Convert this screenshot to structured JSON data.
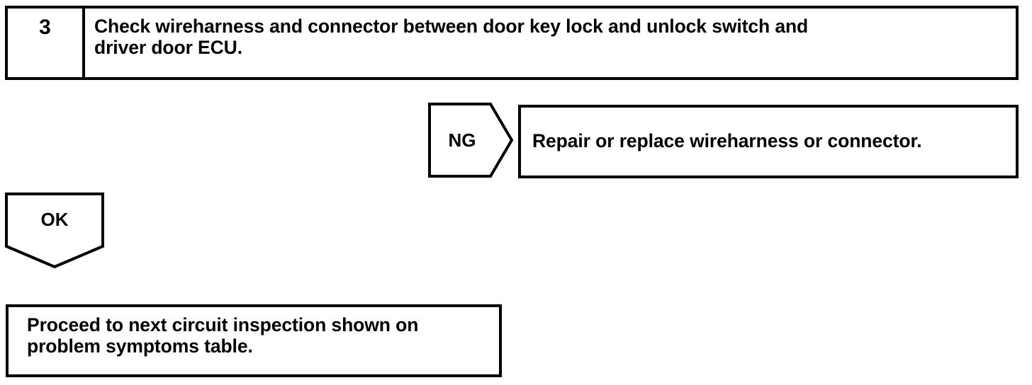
{
  "diagram": {
    "type": "troubleshooting-flowchart",
    "colors": {
      "line": "#000000",
      "background": "#ffffff",
      "text": "#000000"
    },
    "step": {
      "number": "3",
      "instruction": "Check wireharness and connector between door key lock and unlock switch and\ndriver door ECU."
    },
    "branches": {
      "ng": {
        "label": "NG",
        "result_text": "Repair or replace wireharness or connector."
      },
      "ok": {
        "label": "OK",
        "result_text": "Proceed to next circuit inspection shown on\nproblem symptoms table."
      }
    }
  }
}
